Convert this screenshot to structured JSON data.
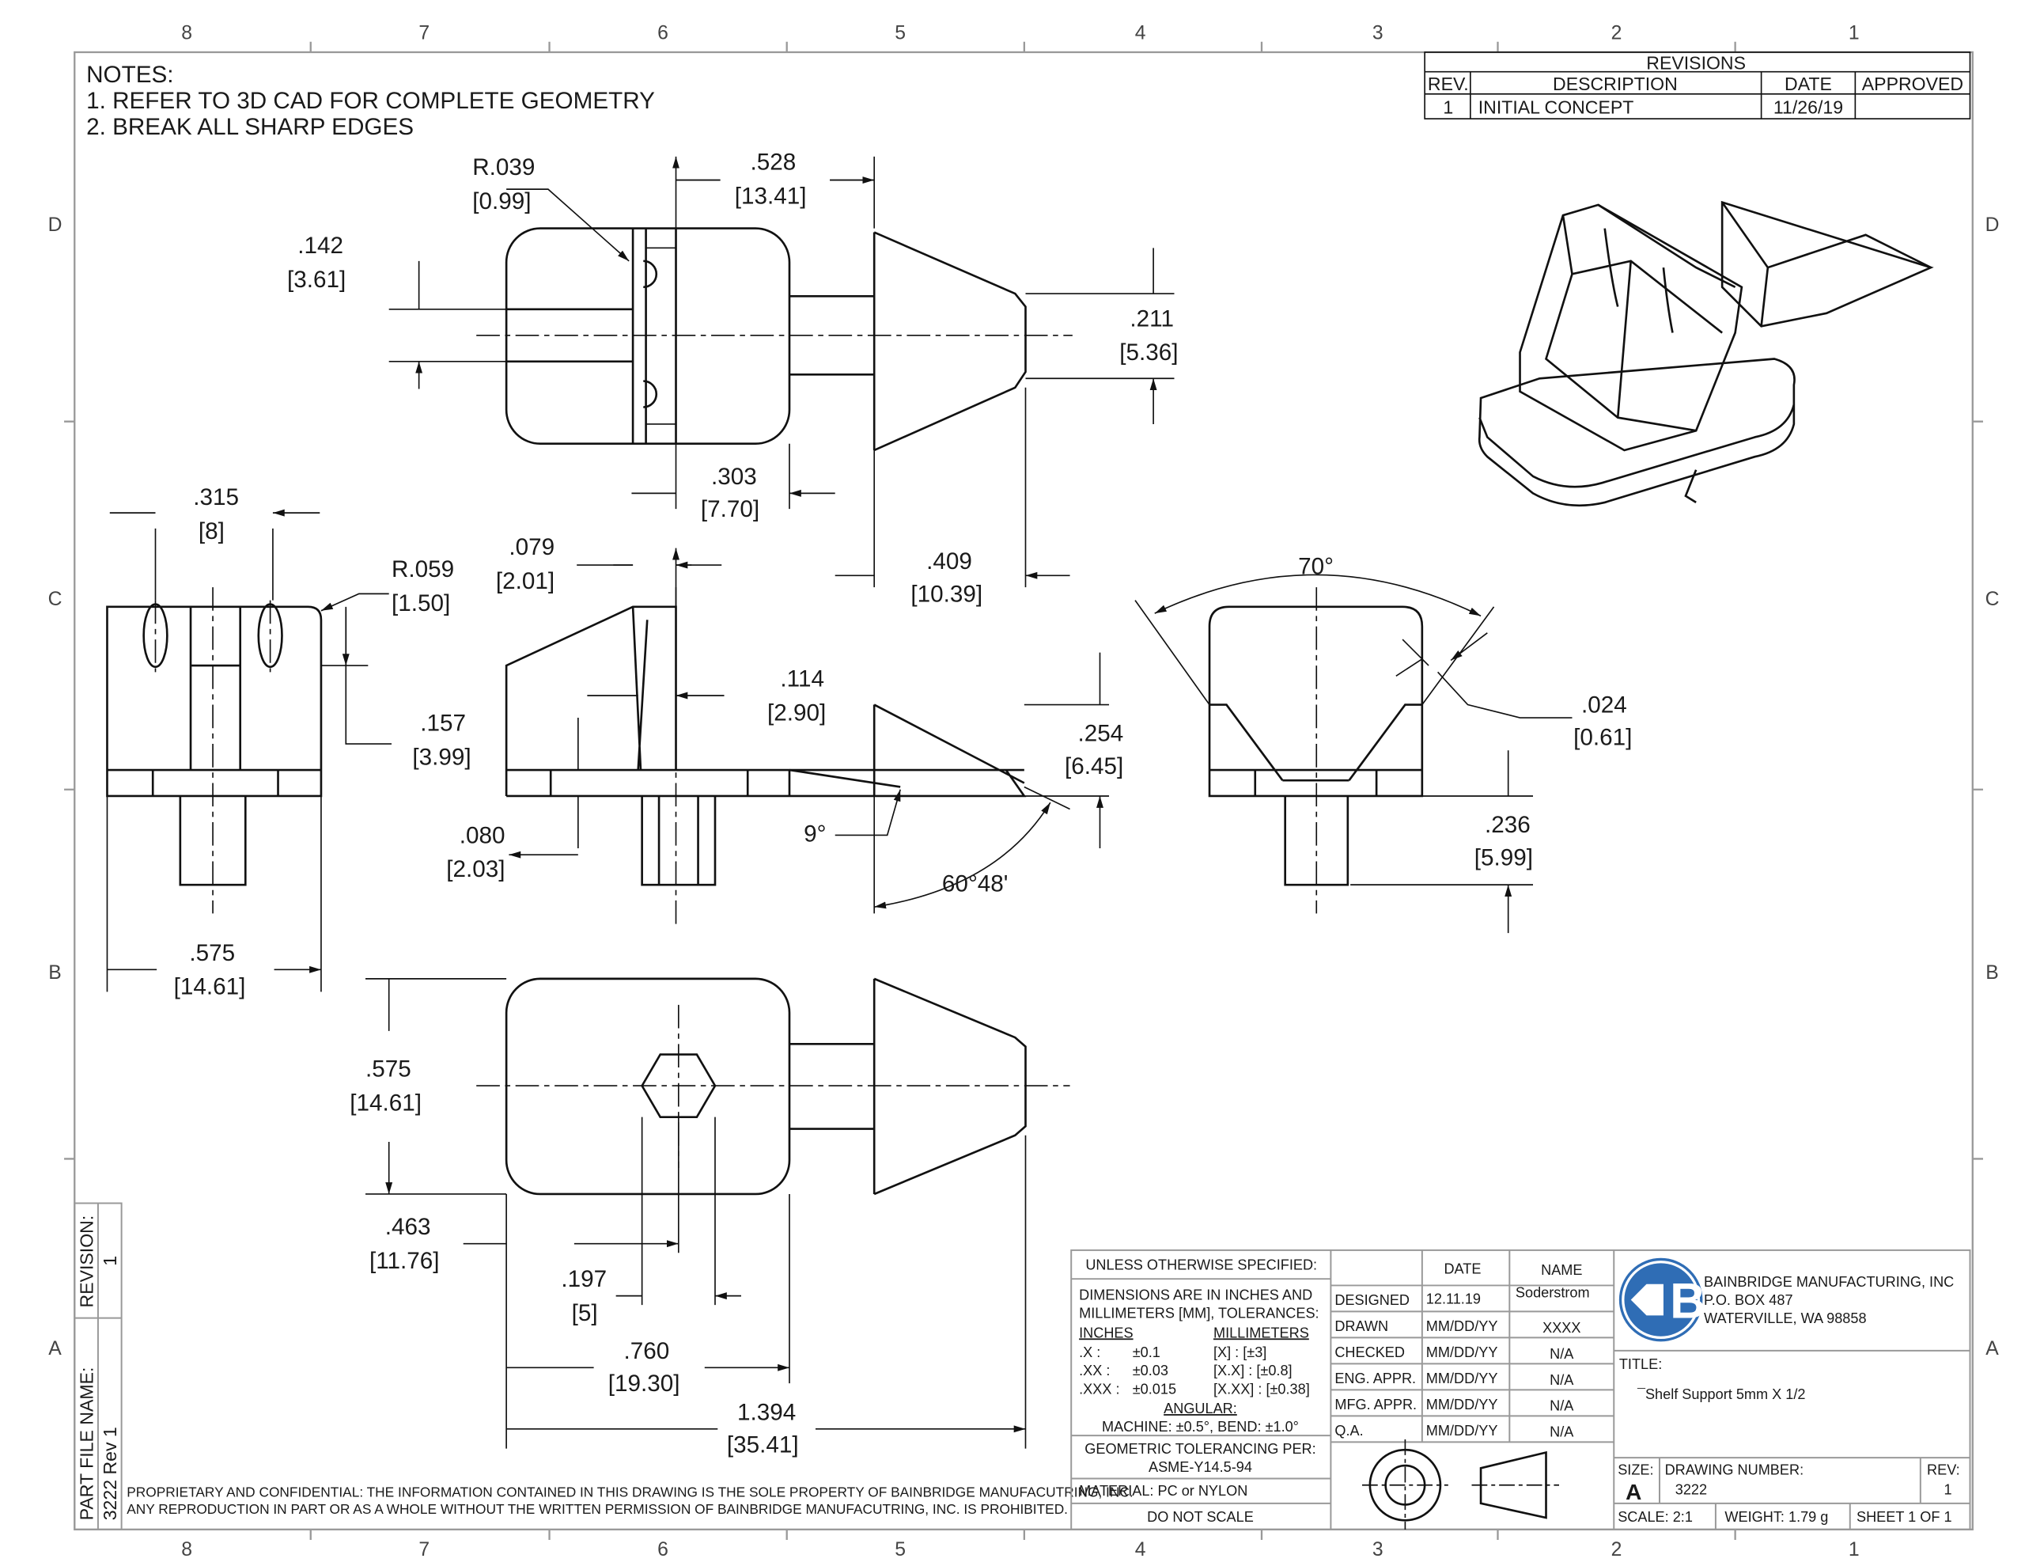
{
  "zones": {
    "cols": [
      "8",
      "7",
      "6",
      "5",
      "4",
      "3",
      "2",
      "1"
    ],
    "rows": [
      "D",
      "C",
      "B",
      "A"
    ]
  },
  "notes": {
    "title": "NOTES:",
    "items": [
      "1.  REFER TO 3D CAD FOR COMPLETE GEOMETRY",
      "2.  BREAK ALL SHARP EDGES"
    ]
  },
  "revisions": {
    "title": "REVISIONS",
    "headers": [
      "REV.",
      "DESCRIPTION",
      "DATE",
      "APPROVED"
    ],
    "rows": [
      [
        "1",
        "INITIAL CONCEPT",
        "11/26/19",
        ""
      ]
    ]
  },
  "dims": {
    "r039": [
      "R.039",
      "[0.99]"
    ],
    "d528": [
      ".528",
      "[13.41]"
    ],
    "d142": [
      ".142",
      "[3.61]"
    ],
    "d211": [
      ".211",
      "[5.36]"
    ],
    "d303": [
      ".303",
      "[7.70]"
    ],
    "d409": [
      ".409",
      "[10.39]"
    ],
    "d315": [
      ".315",
      "[8]"
    ],
    "r059": [
      "R.059",
      "[1.50]"
    ],
    "d079": [
      ".079",
      "[2.01]"
    ],
    "d114": [
      ".114",
      "[2.90]"
    ],
    "d157": [
      ".157",
      "[3.99]"
    ],
    "d254": [
      ".254",
      "[6.45]"
    ],
    "d080": [
      ".080",
      "[2.03]"
    ],
    "a9": "9°",
    "a6048": "60°48'",
    "a70": "70°",
    "d024": [
      ".024",
      "[0.61]"
    ],
    "d236": [
      ".236",
      "[5.99]"
    ],
    "d575a": [
      ".575",
      "[14.61]"
    ],
    "d575b": [
      ".575",
      "[14.61]"
    ],
    "d463": [
      ".463",
      "[11.76]"
    ],
    "d197": [
      ".197",
      "[5]"
    ],
    "d760": [
      ".760",
      "[19.30]"
    ],
    "d1394": [
      "1.394",
      "[35.41]"
    ]
  },
  "title_block": {
    "unless": "UNLESS OTHERWISE SPECIFIED:",
    "dims_text": [
      "DIMENSIONS ARE IN INCHES AND",
      "MILLIMETERS [MM], TOLERANCES:"
    ],
    "inches": "INCHES",
    "millimeters": "MILLIMETERS",
    "tol": [
      [
        ".X :",
        "±0.1",
        "[X]     : [±3]"
      ],
      [
        ".XX :",
        "±0.03",
        "[X.X]   : [±0.8]"
      ],
      [
        ".XXX :",
        "±0.015",
        "[X.XX] : [±0.38]"
      ]
    ],
    "angular": "ANGULAR:",
    "angular_vals": "MACHINE: ±0.5°, BEND: ±1.0°",
    "geo": "GEOMETRIC TOLERANCING PER:",
    "geo_std": "ASME-Y14.5-94",
    "material": "MATERIAL: PC or NYLON",
    "do_not_scale": "DO NOT SCALE",
    "headers": [
      "DATE",
      "NAME"
    ],
    "rows": [
      [
        "DESIGNED",
        "12.11.19",
        "Soderstrom"
      ],
      [
        "DRAWN",
        "MM/DD/YY",
        "XXXX"
      ],
      [
        "CHECKED",
        "MM/DD/YY",
        "N/A"
      ],
      [
        "ENG. APPR.",
        "MM/DD/YY",
        "N/A"
      ],
      [
        "MFG. APPR.",
        "MM/DD/YY",
        "N/A"
      ],
      [
        "Q.A.",
        "MM/DD/YY",
        "N/A"
      ]
    ],
    "company": [
      "BAINBRIDGE MANUFACTURING, INC",
      "P.O. BOX 487",
      "WATERVILLE, WA 98858"
    ],
    "logo_text": "B",
    "title_label": "TITLE:",
    "title": "¯Shelf Support 5mm X 1/2",
    "size_label": "SIZE:",
    "size": "A",
    "dwg_label": "DRAWING NUMBER:",
    "dwg": "3222",
    "rev_label": "REV:",
    "rev": "1",
    "scale": "SCALE: 2:1",
    "weight": "WEIGHT: 1.79 g",
    "sheet": "SHEET 1 OF 1"
  },
  "side_strip": {
    "revision_label": "REVISION:",
    "revision": "1",
    "file_label": "PART FILE NAME:",
    "file": "3222 Rev 1"
  },
  "proprietary": [
    "PROPRIETARY AND CONFIDENTIAL: THE INFORMATION CONTAINED IN THIS DRAWING IS THE SOLE PROPERTY OF BAINBRIDGE MANUFACUTRING, INC.",
    "ANY REPRODUCTION IN PART OR AS A WHOLE WITHOUT THE WRITTEN PERMISSION OF BAINBRIDGE MANUFACUTRING, INC. IS PROHIBITED."
  ],
  "colors": {
    "logo": "#2f6db5"
  }
}
